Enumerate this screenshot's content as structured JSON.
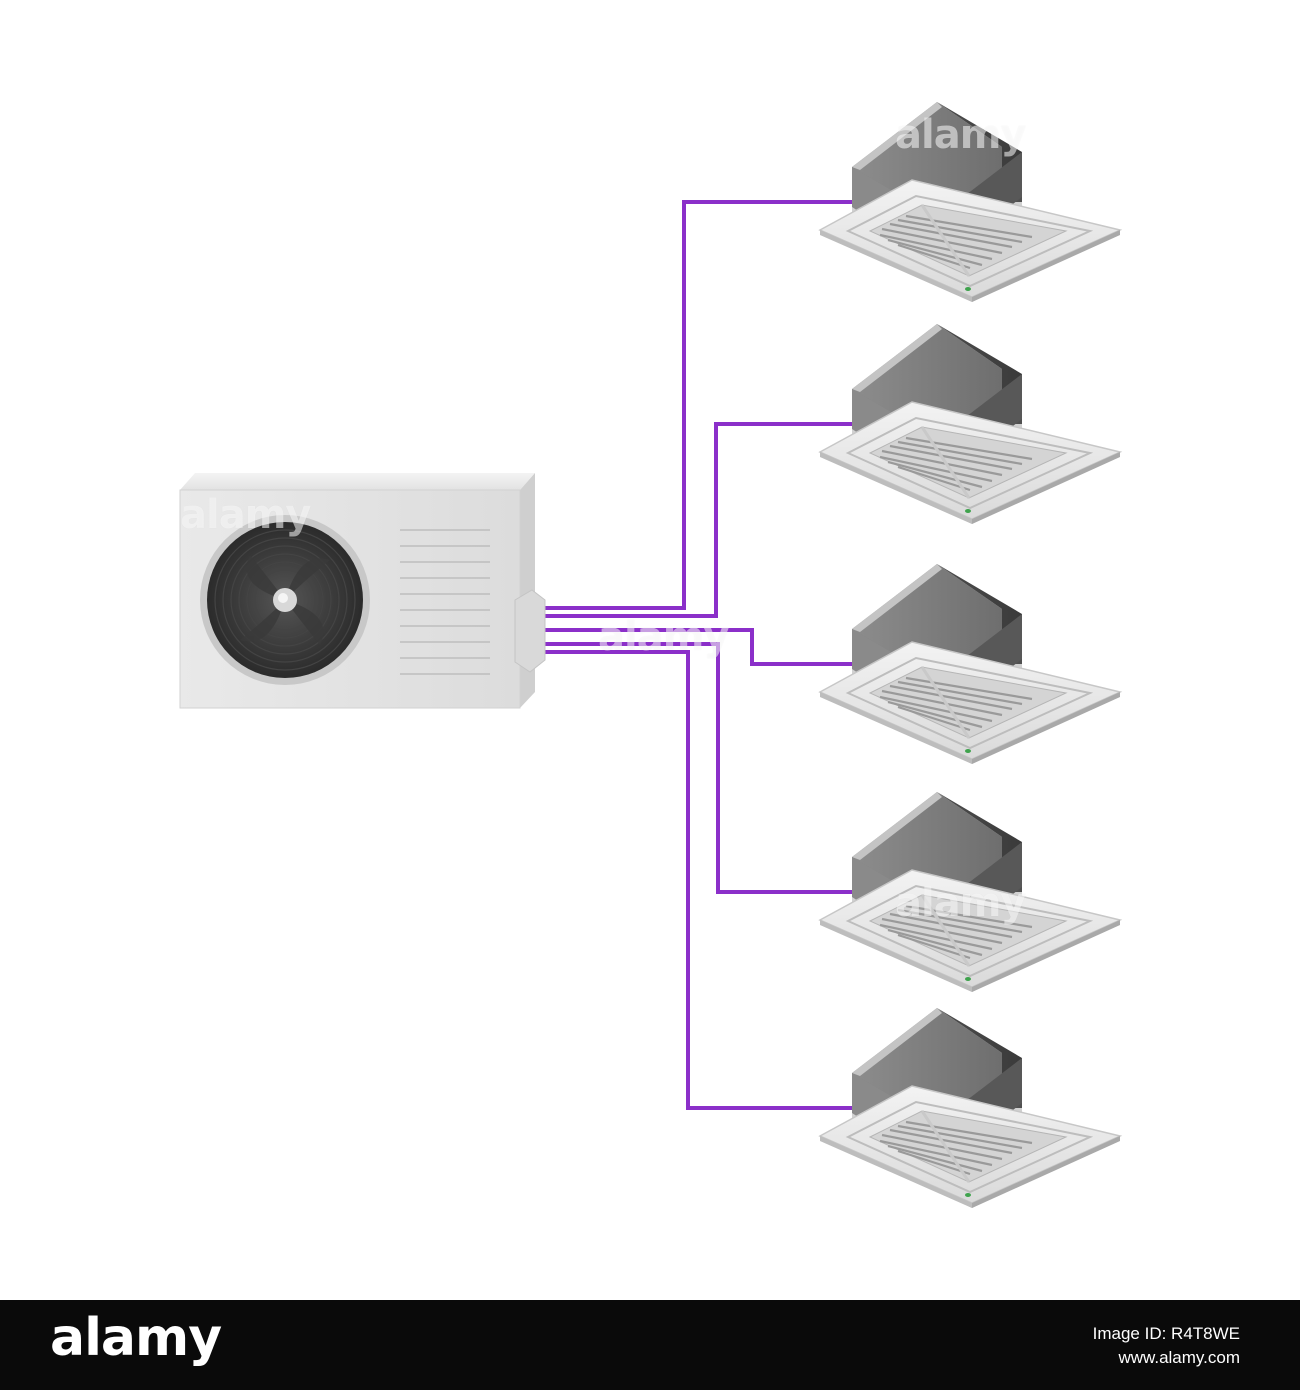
{
  "watermarks": [
    "alamy",
    "alamy",
    "alamy",
    "alamy"
  ],
  "footer": {
    "brand": "alamy",
    "image_id_label": "Image ID: R4T8WE",
    "site": "www.alamy.com"
  },
  "diagram": {
    "pipe_color": "#8b2fc9",
    "indoor_unit_count": 5,
    "outdoor_unit": "outdoor-condenser-unit",
    "indoor_units": [
      "ceiling-cassette-unit-1",
      "ceiling-cassette-unit-2",
      "ceiling-cassette-unit-3",
      "ceiling-cassette-unit-4",
      "ceiling-cassette-unit-5"
    ]
  }
}
